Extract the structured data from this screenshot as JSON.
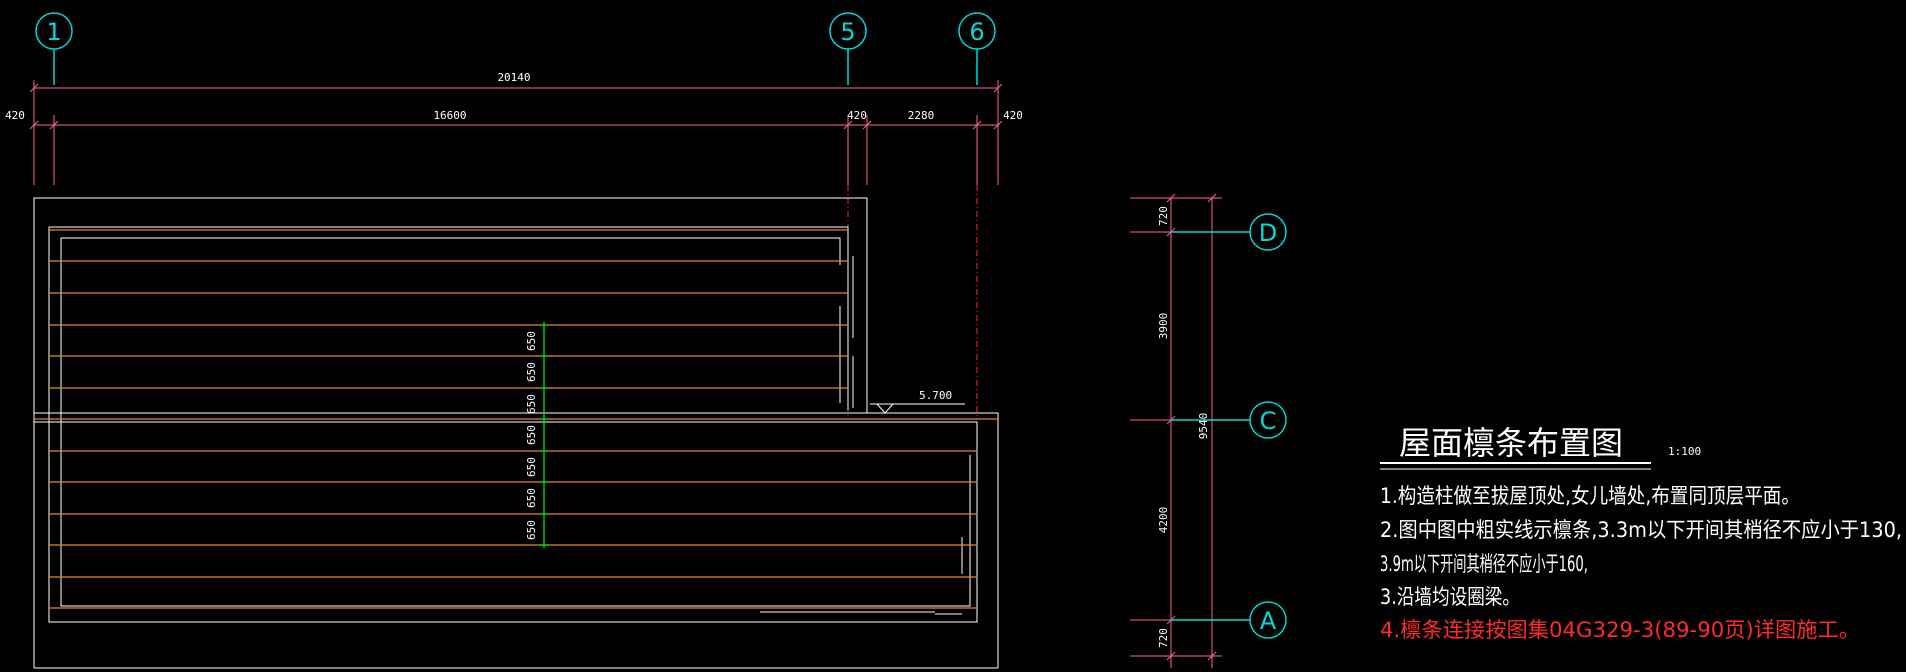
{
  "drawing": {
    "title": "屋面檩条布置图",
    "scale": "1:100",
    "notes": [
      "1.构造柱做至拔屋顶处,女儿墙处,布置同顶层平面。",
      "2.图中图中粗实线示檩条,3.3m以下开间其梢径不应小于130,",
      "3.9m以下开间其梢径不应小于160,",
      "3.沿墙均设圈梁。",
      "4.檩条连接按图集04G329-3(89-90页)详图施工。"
    ],
    "grid_axes_top": [
      "1",
      "5",
      "6"
    ],
    "grid_axes_right": [
      "D",
      "C",
      "A"
    ],
    "dims_top": {
      "overall": "20140",
      "left_ext": "420",
      "span_1_5": "16600",
      "mid_420": "420",
      "span_5_6": "2280",
      "right_ext": "420"
    },
    "dims_right": {
      "top": "720",
      "d_c": "3900",
      "overall": "9540",
      "c_a": "4200",
      "bottom": "720"
    },
    "purlin_spacing": [
      "650",
      "650",
      "650",
      "650",
      "650",
      "650",
      "650"
    ],
    "elevation": "5.700",
    "colors": {
      "background": "#000000",
      "wall_outline": "#ffffff",
      "purlin": "#e08a2a",
      "dimension_line": "#ff5fa0",
      "grid_axis_center": "#ff2a2a",
      "grid_bubble": "#00d9d9",
      "spacing_dim": "#00e000",
      "note_highlight": "#ff2a2a"
    }
  }
}
